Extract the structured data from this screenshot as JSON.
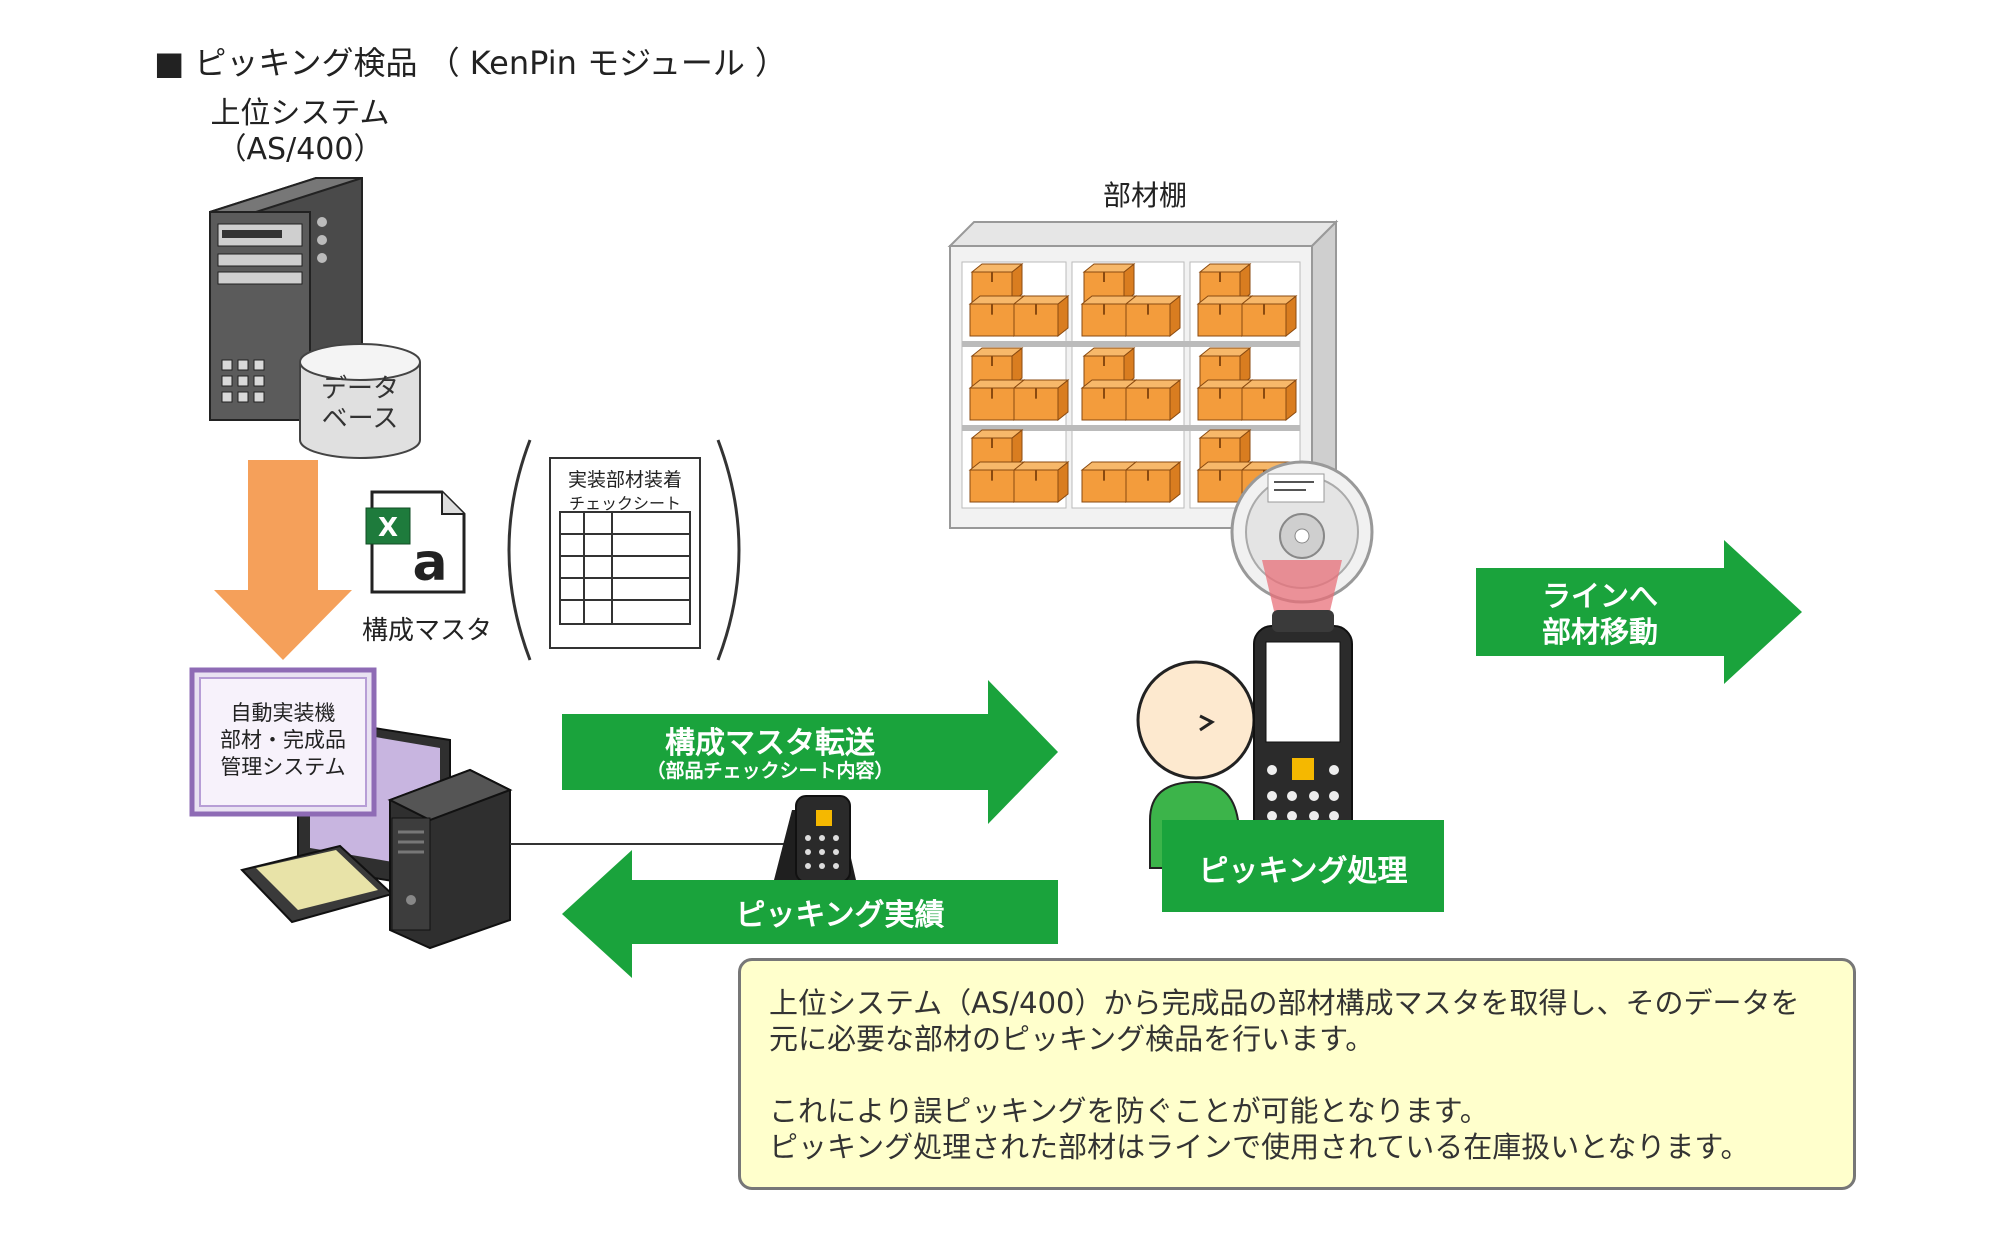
{
  "title": "■ ピッキング検品 （ KenPin モジュール ）",
  "host_system": {
    "line1": "上位システム",
    "line2": "（AS/400）",
    "db_line1": "データ",
    "db_line2": "ベース"
  },
  "shelf_label": "部材棚",
  "excel_label": "構成マスタ",
  "checksheet": {
    "line1": "実装部材装着",
    "line2": "チェックシート"
  },
  "monitor_text": {
    "line1": "自動実装機",
    "line2": "部材・完成品",
    "line3": "管理システム"
  },
  "arrows": {
    "transfer_main": "構成マスタ転送",
    "transfer_sub": "（部品チェックシート内容）",
    "result": "ピッキング実績",
    "to_line1": "ラインへ",
    "to_line2": "部材移動"
  },
  "picking_label": "ピッキング処理",
  "info": {
    "p1_line1": "上位システム（AS/400）から完成品の部材構成マスタを取得し、そのデータを",
    "p1_line2": "元に必要な部材のピッキング検品を行います。",
    "p2_line1": "これにより誤ピッキングを防ぐことが可能となります。",
    "p2_line2": "ピッキング処理された部材はラインで使用されている在庫扱いとなります。"
  },
  "colors": {
    "green": "#1aa33c",
    "orange": "#f4a460",
    "box": "#f39c3c",
    "purple": "#8e6bb5",
    "infobox": "#ffffcc"
  },
  "icons": [
    "server-icon",
    "database-icon",
    "excel-icon",
    "checksheet-icon",
    "desktop-pc-icon",
    "handheld-scanner-icon",
    "reel-icon",
    "person-icon",
    "shelf-icon"
  ]
}
